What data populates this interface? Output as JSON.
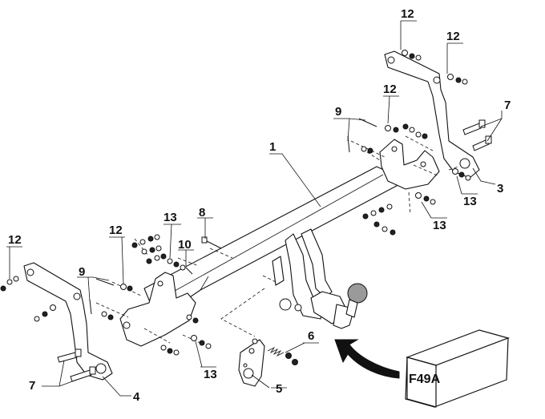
{
  "diagram": {
    "callouts": {
      "c1": "1",
      "c3": "3",
      "c4": "4",
      "c5": "5",
      "c6": "6",
      "c7a": "7",
      "c7b": "7",
      "c8": "8",
      "c9a": "9",
      "c9b": "9",
      "c10": "10",
      "c12a": "12",
      "c12b": "12",
      "c12c": "12",
      "c12d": "12",
      "c12e": "12",
      "c13a": "13",
      "c13b": "13",
      "c13c": "13",
      "c13d": "13"
    },
    "model_code": "F49A"
  }
}
